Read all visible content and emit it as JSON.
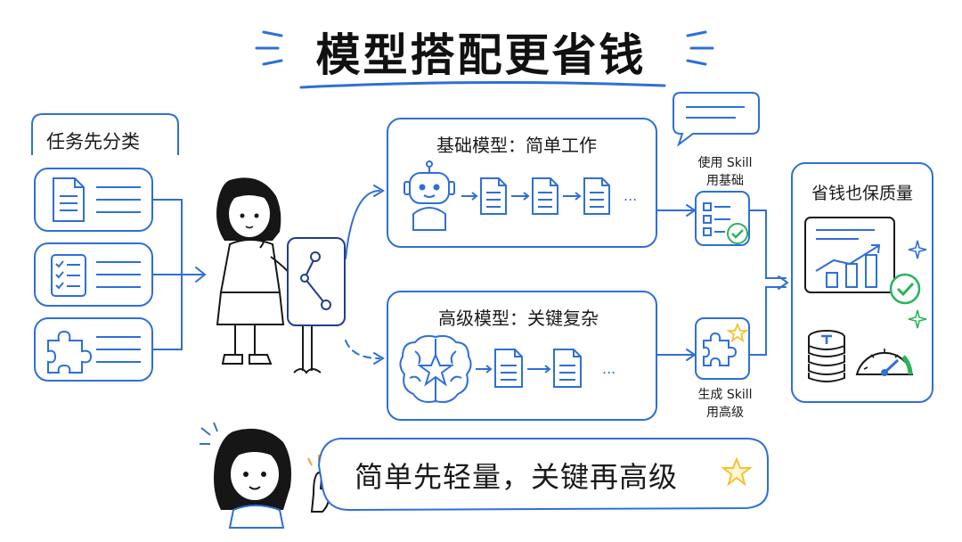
{
  "title": "模型搭配更省钱",
  "classify": {
    "label": "任务先分类"
  },
  "basic": {
    "title": "基础模型：简单工作",
    "ellipsis": "..."
  },
  "advanced": {
    "title": "高级模型：关键复杂",
    "ellipsis": "..."
  },
  "skill_basic": {
    "label": "使用 Skill\n用基础"
  },
  "skill_advanced": {
    "label": "生成 Skill\n用高级"
  },
  "result": {
    "title": "省钱也保质量"
  },
  "slogan": {
    "text": "简单先轻量，关键再高级"
  },
  "colors": {
    "accent": "#2f6fd6",
    "success": "#2bb35a",
    "star": "#f2c230",
    "ink": "#1a1a1a"
  }
}
